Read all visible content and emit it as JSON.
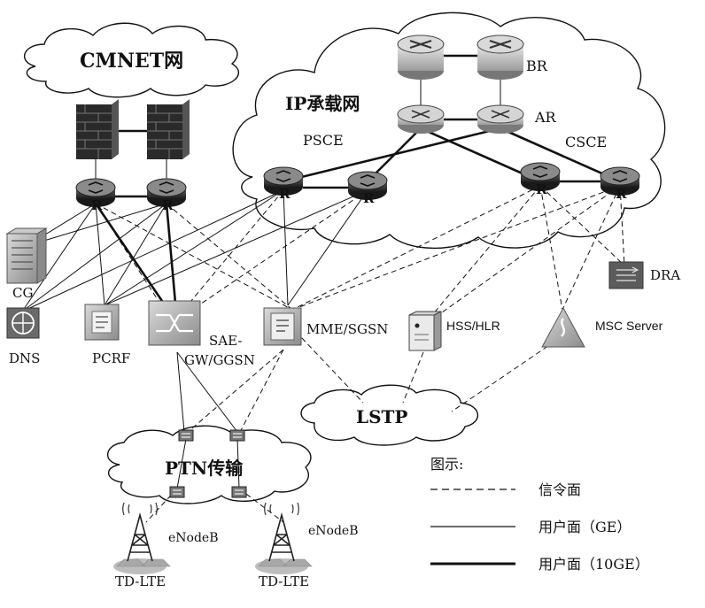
{
  "clouds": {
    "cmnet": "CMNET网",
    "ip": "IP承载网",
    "lstp": "LSTP",
    "ptn": "PTN传输"
  },
  "routers": {
    "br": "BR",
    "ar": "AR",
    "psce": "PSCE",
    "csce": "CSCE",
    "r": "R"
  },
  "nodes": {
    "cg": "CG",
    "dns": "DNS",
    "pcrf": "PCRF",
    "sae_line1": "SAE-",
    "sae_line2": "GW/GGSN",
    "mme": "MME/SGSN",
    "hss": "HSS/HLR",
    "msc": "MSC Server",
    "dra": "DRA",
    "enb_left": "eNodeB",
    "enb_right": "eNodeB",
    "tdlte_left": "TD-LTE",
    "tdlte_right": "TD-LTE"
  },
  "legend": {
    "title": "图示:",
    "signaling": "信令面",
    "user_ge": "用户面（GE）",
    "user_10ge": "用户面（10GE）"
  },
  "colors": {
    "line": "#111111",
    "icon_gray": "#9a9a9a",
    "router_dark": "#3a3a3a",
    "cloud_fill": "#ffffff"
  }
}
